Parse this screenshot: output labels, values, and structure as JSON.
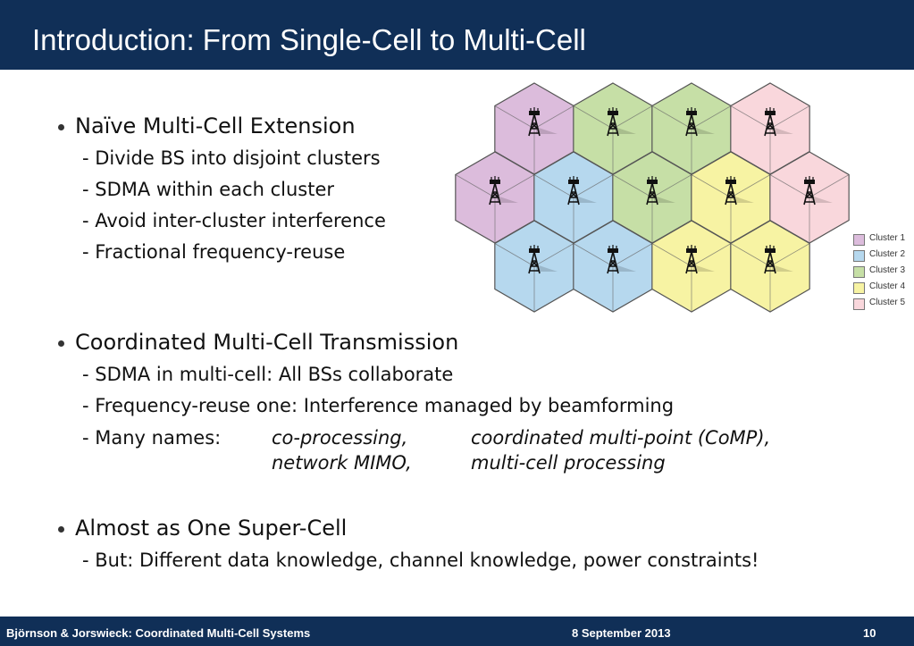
{
  "slide": {
    "title": "Introduction: From Single-Cell to Multi-Cell",
    "footer": {
      "authors": "Björnson & Jorswieck: Coordinated Multi-Cell Systems",
      "date": "8 September 2013",
      "page": "10"
    }
  },
  "bullets": [
    {
      "text": "Naïve Multi-Cell Extension",
      "subs": [
        "- Divide BS into disjoint clusters",
        "- SDMA within each cluster",
        "- Avoid inter-cluster interference",
        "- Fractional frequency-reuse"
      ]
    },
    {
      "text": "Coordinated Multi-Cell Transmission",
      "subs": [
        "- SDMA in multi-cell: All BSs collaborate",
        "- Frequency-reuse one: Interference managed by beamforming",
        "- Many names:"
      ],
      "names": [
        "co-processing,",
        "coordinated multi-point (CoMP),",
        "network MIMO,",
        "multi-cell processing"
      ]
    },
    {
      "text": "Almost as One Super-Cell",
      "subs": [
        "- But: Different data knowledge, channel knowledge, power constraints!"
      ]
    }
  ],
  "figure": {
    "clusters": [
      {
        "label": "Cluster 1",
        "color": "#dcbcdc"
      },
      {
        "label": "Cluster 2",
        "color": "#b6d8ee"
      },
      {
        "label": "Cluster 3",
        "color": "#c6dfa6"
      },
      {
        "label": "Cluster 4",
        "color": "#f7f3a3"
      },
      {
        "label": "Cluster 5",
        "color": "#f9d7dc"
      }
    ],
    "rows": [
      [
        1,
        3,
        3,
        5
      ],
      [
        1,
        2,
        3,
        4,
        5
      ],
      [
        2,
        2,
        4,
        4
      ]
    ]
  }
}
